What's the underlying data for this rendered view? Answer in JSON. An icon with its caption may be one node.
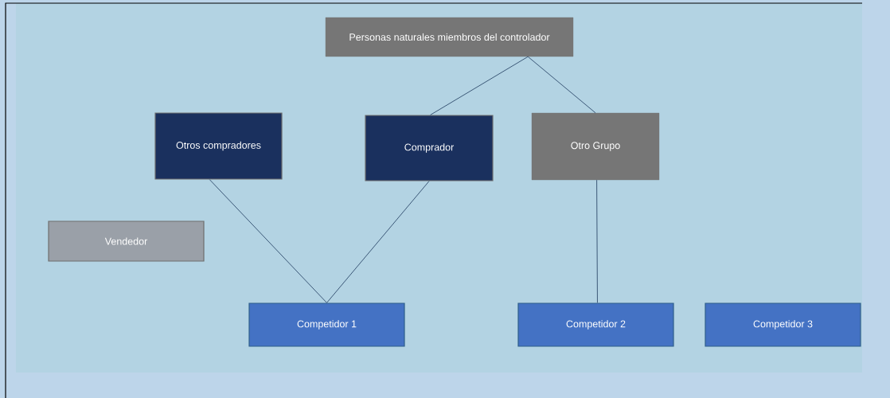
{
  "diagram": {
    "nodes": [
      {
        "text": [
          "Personas naturales miembros del controlador"
        ]
      },
      {
        "text": [
          "Otros compradores"
        ]
      },
      {
        "text": [
          "Comprador"
        ]
      },
      {
        "text": [
          "Otro Grupo"
        ]
      },
      {
        "text": [
          "Vendedor"
        ]
      },
      {
        "text": [
          "Competidor 1"
        ]
      },
      {
        "text": [
          "Competidor 2"
        ]
      },
      {
        "text": [
          "Competidor 3"
        ]
      }
    ],
    "edges": [
      {
        "from": 0,
        "to": 2,
        "arrow": "none"
      },
      {
        "from": 0,
        "to": 3,
        "arrow": "none"
      },
      {
        "from": 1,
        "to": 5,
        "arrow": "none"
      },
      {
        "from": 2,
        "to": 5,
        "arrow": "none"
      },
      {
        "from": 3,
        "to": 6,
        "arrow": "none"
      }
    ]
  }
}
